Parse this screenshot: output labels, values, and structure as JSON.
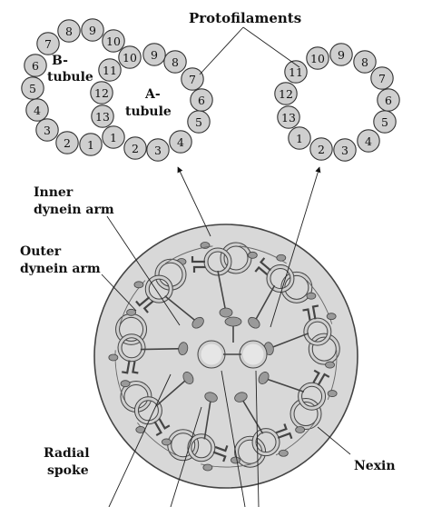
{
  "labels": {
    "protofilaments": "Protofilaments",
    "b_tubule_line1": "B-",
    "b_tubule_line2": "tubule",
    "a_tubule_line1": "A-",
    "a_tubule_line2": "tubule",
    "inner_dynein_line1": "Inner",
    "inner_dynein_line2": "dynein arm",
    "outer_dynein_line1": "Outer",
    "outer_dynein_line2": "dynein arm",
    "radial_spoke_line1": "Radial",
    "radial_spoke_line2": "spoke",
    "nexin": "Nexin"
  },
  "doublet_a_numbers": [
    "1",
    "2",
    "3",
    "4",
    "5",
    "6",
    "7",
    "8",
    "9",
    "10",
    "11",
    "12",
    "13"
  ],
  "doublet_b_numbers": [
    "1",
    "2",
    "3",
    "4",
    "5",
    "6",
    "7",
    "8",
    "9",
    "10"
  ],
  "singlet_numbers": [
    "1",
    "2",
    "3",
    "4",
    "5",
    "6",
    "7",
    "8",
    "9",
    "10",
    "11",
    "12",
    "13"
  ],
  "colors": {
    "protofilament_fill": "#cfcfcf",
    "cross_section_fill": "#d8d8d8",
    "arm_fill": "#9a9a9a",
    "stroke": "#333333"
  }
}
